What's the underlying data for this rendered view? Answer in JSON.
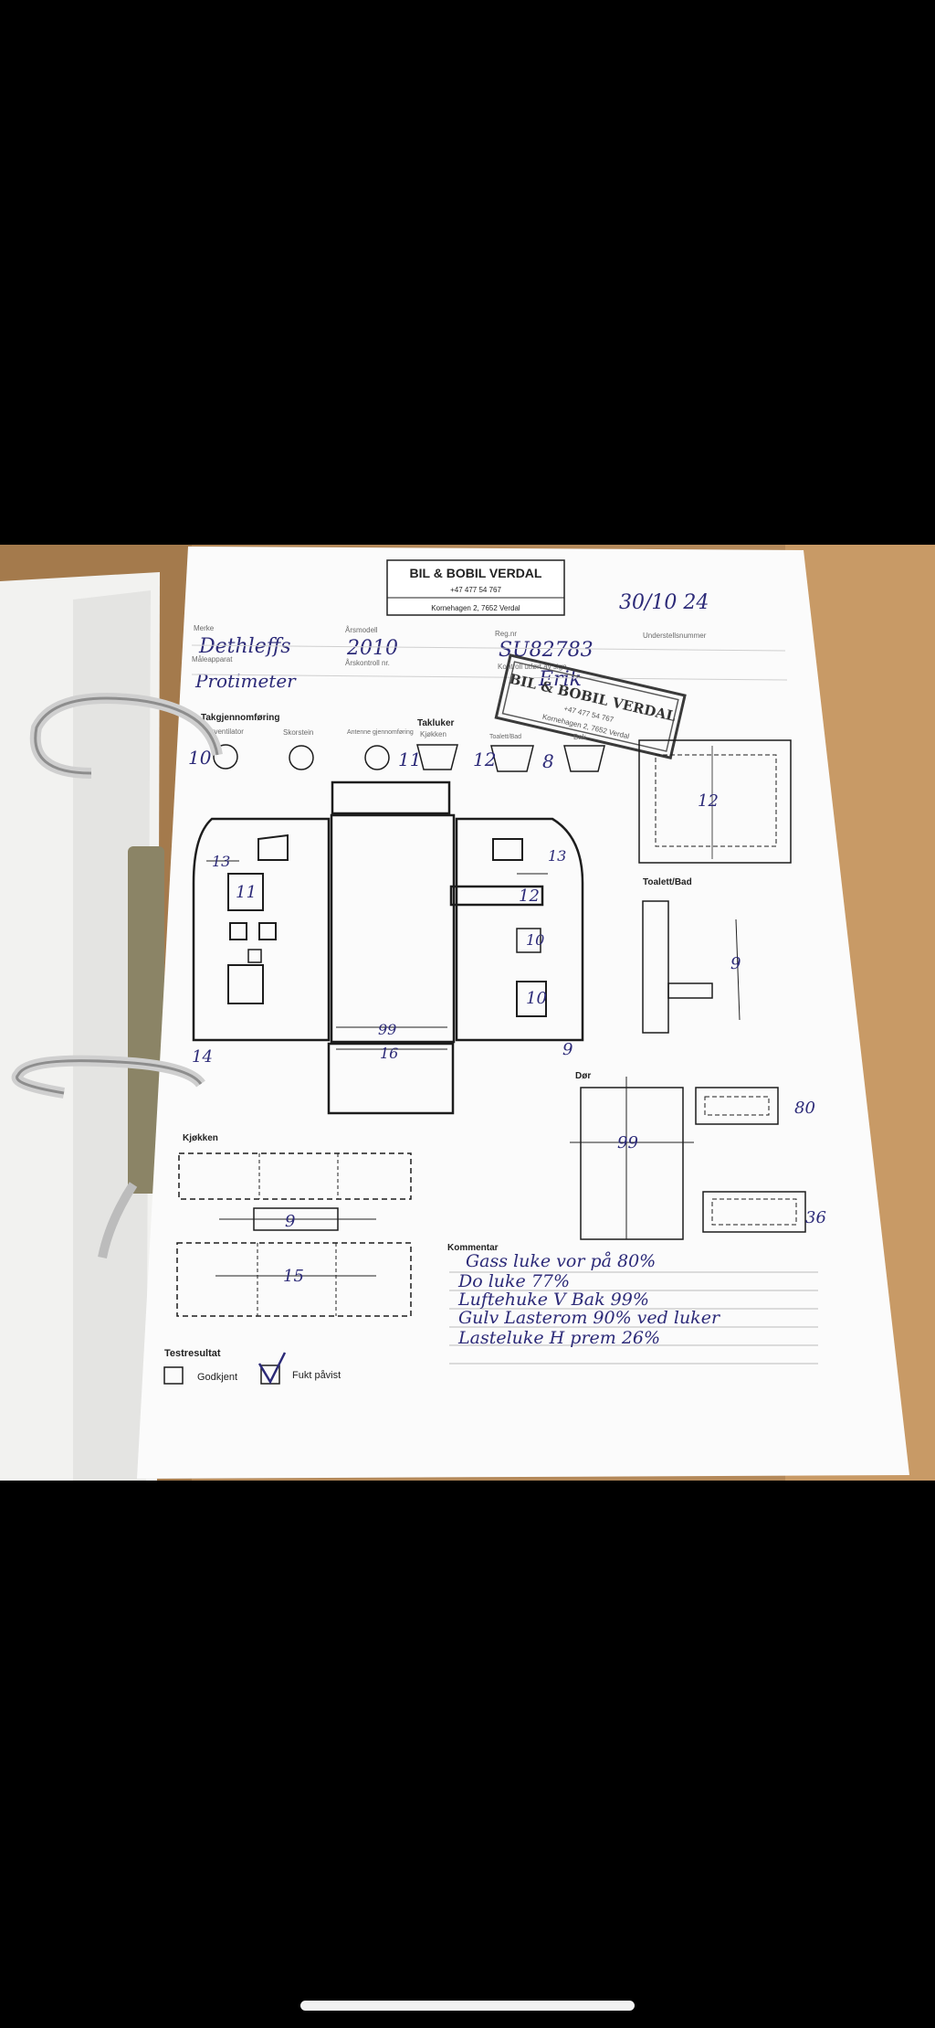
{
  "header": {
    "company": "BIL & BOBIL VERDAL",
    "phone": "+47 477 54 767",
    "address": "Kornehagen 2, 7652 Verdal"
  },
  "date_handwritten": "30/10 24",
  "fields": {
    "merke_label": "Merke",
    "merke_value": "Dethleffs",
    "arsmodell_label": "Årsmodell",
    "arsmodell_value": "2010",
    "regnr_label": "Reg.nr",
    "regnr_value": "SU82783",
    "understell_label": "Understellsnummer",
    "maleapparat_label": "Måleapparat",
    "maleapparat_value": "Protimeter",
    "arskontroll_label": "Årskontroll nr.",
    "kontroll_label": "Kontroll utført av sign.",
    "signature": "Erik"
  },
  "stamp": {
    "title": "BIL & BOBIL VERDAL",
    "line2": "+47 477 54 767",
    "line3": "Kornehagen 2, 7652 Verdal"
  },
  "takgjennomforing": {
    "title": "Takgjennomføring",
    "items": [
      {
        "label": "Takventilator",
        "value": "10"
      },
      {
        "label": "Skorstein",
        "value": ""
      },
      {
        "label": "Antenne gjennomføring",
        "value": "11"
      }
    ]
  },
  "takluker": {
    "title": "Takluker",
    "items": [
      {
        "label": "Kjøkken",
        "value": "12"
      },
      {
        "label": "Toalett/Bad",
        "value": "8"
      },
      {
        "label": "Bak",
        "value": ""
      }
    ]
  },
  "floorplan_values": {
    "front_left": "13",
    "front_right": "13",
    "bed_left": "11",
    "right_upper": "12",
    "right_middle": "10",
    "right_lower": "10",
    "center": "99",
    "rear_center": "16",
    "rear_left": "14",
    "rear_right": "9",
    "window_top_right": "12"
  },
  "toalett": {
    "title": "Toalett/Bad",
    "value": "9"
  },
  "dor": {
    "title": "Dør",
    "value": "99",
    "side_upper": "80",
    "side_lower": "36"
  },
  "kjokken": {
    "title": "Kjøkken",
    "value_middle": "9",
    "value_lower": "15"
  },
  "kommentar": {
    "title": "Kommentar",
    "lines": [
      "Gass luke vor på 80%",
      "Do luke 77%",
      "Luftehuke V Bak 99%",
      "Gulv Lasterom 90% ved luker",
      "Lasteluke H prem 26%"
    ]
  },
  "testresultat": {
    "title": "Testresultat",
    "godkjent_label": "Godkjent",
    "fukt_label": "Fukt påvist",
    "selected": "Fukt påvist"
  }
}
